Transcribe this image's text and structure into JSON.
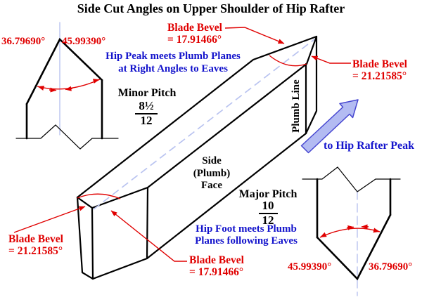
{
  "title": "Side Cut Angles on Upper Shoulder of Hip Rafter",
  "colors": {
    "red_annotation": "#e00000",
    "blue_text": "#1414cc",
    "black_lines": "#000000",
    "lavender_plumb": "#b9c3f0",
    "arrow_fill": "#b3bbf2",
    "arrow_outline": "#4646d0",
    "background": "#ffffff"
  },
  "peak_profile": {
    "left_angle": "36.79690°",
    "right_angle": "45.99390°"
  },
  "foot_profile": {
    "left_angle": "45.99390°",
    "right_angle": "36.79690°"
  },
  "bevels": {
    "top": {
      "name": "Blade Bevel",
      "value": "= 17.91466°"
    },
    "right": {
      "name": "Blade Bevel",
      "value": "= 21.21585°"
    },
    "bottom": {
      "name": "Blade Bevel",
      "value": "= 17.91466°"
    },
    "left": {
      "name": "Blade Bevel",
      "value": "= 21.21585°"
    }
  },
  "notes": {
    "hip_peak_line1": "Hip Peak meets Plumb Planes",
    "hip_peak_line2": "at Right Angles to Eaves",
    "hip_foot_line1": "Hip Foot meets Plumb",
    "hip_foot_line2": "Planes following Eaves"
  },
  "pitches": {
    "minor": {
      "label": "Minor Pitch",
      "numerator": "8½",
      "denominator": "12"
    },
    "major": {
      "label": "Major Pitch",
      "numerator": "10",
      "denominator": "12"
    }
  },
  "faces": {
    "side_line1": "Side",
    "side_line2": "(Plumb)",
    "side_line3": "Face",
    "plumb_line": "Plumb Line"
  },
  "arrow_label": "to Hip Rafter Peak"
}
